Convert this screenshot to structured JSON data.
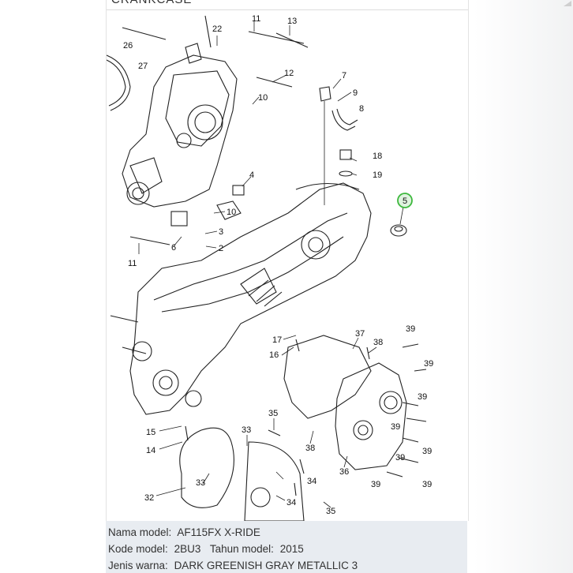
{
  "header": {
    "title": "CRANKCASE"
  },
  "diagram": {
    "highlight_color": "#3db83d",
    "highlighted_callout": "5",
    "callouts": {
      "c22": "22",
      "c11a": "11",
      "c13": "13",
      "c26": "26",
      "c27": "27",
      "c12": "12",
      "c10a": "10",
      "c7": "7",
      "c9": "9",
      "c8": "8",
      "c18": "18",
      "c19": "19",
      "c4": "4",
      "c5": "5",
      "c10b": "10",
      "c3": "3",
      "c6": "6",
      "c2": "2",
      "c11b": "11",
      "c17": "17",
      "c16": "16",
      "c37": "37",
      "c38a": "38",
      "c39a": "39",
      "c39b": "39",
      "c39c": "39",
      "c39d": "39",
      "c39e": "39",
      "c39f": "39",
      "c39g": "39",
      "c39h": "39",
      "c35a": "35",
      "c33a": "33",
      "c15": "15",
      "c14": "14",
      "c38b": "38",
      "c36": "36",
      "c34a": "34",
      "c33b": "33",
      "c32": "32",
      "c34b": "34",
      "c35b": "35"
    }
  },
  "info": {
    "model_name_label": "Nama model:",
    "model_name_value": "AF115FX X-RIDE",
    "model_code_label": "Kode model:",
    "model_code_value": "2BU3",
    "model_year_label": "Tahun model:",
    "model_year_value": "2015",
    "color_label": "Jenis warna:",
    "color_value": "DARK GREENISH GRAY METALLIC 3"
  }
}
